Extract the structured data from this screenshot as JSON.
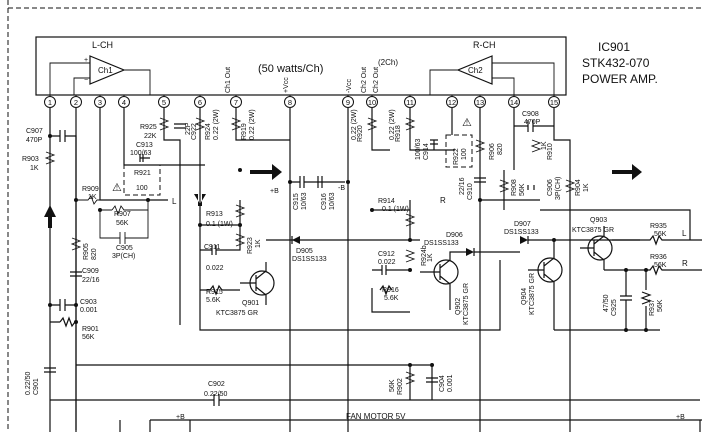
{
  "ic": {
    "ref": "IC901",
    "part": "STK432-070",
    "function": "POWER AMP.",
    "channel_left": "L-CH",
    "channel_right": "R-CH",
    "amp_left": "Ch1",
    "amp_right": "Ch2",
    "watts": "(50  watts/Ch)",
    "twoch": "(2Ch)",
    "pin_labels": [
      "Ch1 Out",
      "+Vcc",
      "-Vcc",
      "Ch2 Out",
      "Ch2 Out"
    ],
    "pins": [
      "1",
      "2",
      "3",
      "4",
      "5",
      "6",
      "7",
      "8",
      "9",
      "10",
      "11",
      "12",
      "13",
      "14",
      "15"
    ]
  },
  "components": [
    {
      "ref": "C907",
      "value": "470P"
    },
    {
      "ref": "R903",
      "value": "1K"
    },
    {
      "ref": "R925",
      "value": "22K"
    },
    {
      "ref": "C922",
      "value": "22P"
    },
    {
      "ref": "R924",
      "value": "0.22 (2W)"
    },
    {
      "ref": "R919",
      "value": "0.22 (2W)"
    },
    {
      "ref": "C913",
      "value": "100/63"
    },
    {
      "ref": "R921",
      "value": "100"
    },
    {
      "ref": "R909",
      "value": "1K"
    },
    {
      "ref": "R907",
      "value": "56K"
    },
    {
      "ref": "C905",
      "value": "3P(CH)"
    },
    {
      "ref": "R905",
      "value": "820"
    },
    {
      "ref": "C909",
      "value": "22/16"
    },
    {
      "ref": "C903",
      "value": "0.001"
    },
    {
      "ref": "R901",
      "value": "56K"
    },
    {
      "ref": "C901",
      "value": "0.22/50"
    },
    {
      "ref": "R913",
      "value": "0.1 (1W)"
    },
    {
      "ref": "C911",
      "value": "0.022"
    },
    {
      "ref": "R923",
      "value": "1K"
    },
    {
      "ref": "R915",
      "value": "5.6K"
    },
    {
      "ref": "Q901",
      "value": "KTC3875 GR"
    },
    {
      "ref": "C915",
      "value": "10/63"
    },
    {
      "ref": "C916",
      "value": "10/63"
    },
    {
      "ref": "D905",
      "value": "DS1SS133"
    },
    {
      "ref": "R920",
      "value": "0.22 (2W)"
    },
    {
      "ref": "R918",
      "value": "0.22 (2W)"
    },
    {
      "ref": "C914",
      "value": "100/63"
    },
    {
      "ref": "R922",
      "value": "100"
    },
    {
      "ref": "R914",
      "value": "0.1 (1W)"
    },
    {
      "ref": "C912",
      "value": "0.022"
    },
    {
      "ref": "R916",
      "value": "5.6K"
    },
    {
      "ref": "R924b",
      "value": "1K"
    },
    {
      "ref": "Q902",
      "value": "KTC3875 GR"
    },
    {
      "ref": "D906",
      "value": "DS1SS133"
    },
    {
      "ref": "C910",
      "value": "22/16"
    },
    {
      "ref": "R906",
      "value": "820"
    },
    {
      "ref": "R908",
      "value": "56K"
    },
    {
      "ref": "C906",
      "value": "3P(CH)"
    },
    {
      "ref": "R904",
      "value": "1K"
    },
    {
      "ref": "R910",
      "value": "1K"
    },
    {
      "ref": "C908",
      "value": "470P"
    },
    {
      "ref": "D907",
      "value": "DS1SS133"
    },
    {
      "ref": "Q904",
      "value": "KTC3875 GR"
    },
    {
      "ref": "Q903",
      "value": "KTC3875 GR"
    },
    {
      "ref": "R935",
      "value": "56K"
    },
    {
      "ref": "R936",
      "value": "56K"
    },
    {
      "ref": "C925",
      "value": "47/50"
    },
    {
      "ref": "R937",
      "value": "56K"
    },
    {
      "ref": "R902",
      "value": "56K"
    },
    {
      "ref": "C904",
      "value": "0.001"
    },
    {
      "ref": "C902",
      "value": "0.22/50"
    }
  ],
  "nets": {
    "plus_b": "+B",
    "minus_b": "-B",
    "fan": "FAN MOTOR 5V",
    "l": "L",
    "r": "R",
    "r_right": "R",
    "l_right": "L"
  },
  "warning_glyph": "⚠"
}
